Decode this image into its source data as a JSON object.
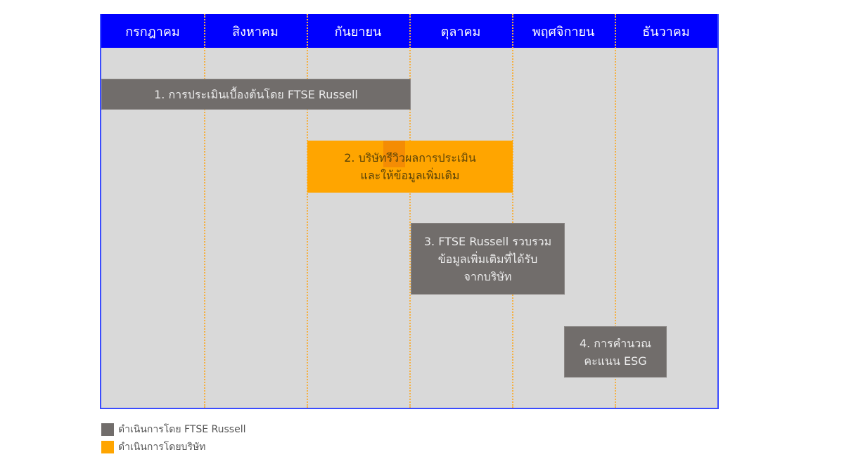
{
  "header": {
    "months": [
      "กรกฎาคม",
      "สิงหาคม",
      "กันยายน",
      "ตุลาคม",
      "พฤศจิกายน",
      "ธันวาคม"
    ]
  },
  "colors": {
    "header_bg": "#0000ff",
    "body_bg": "#d9d9d9",
    "ftse": "#716d6b",
    "company": "#ffa500",
    "separator": "#f5b041"
  },
  "steps": [
    {
      "label": "1. การประเมินเบื้องต้นโดย FTSE Russell",
      "performer": "ftse",
      "start_month": "กรกฎาคม",
      "end_month": "กันยายน"
    },
    {
      "label": "2. บริษัทรีวิวผลการประเมิน\nและให้ข้อมูลเพิ่มเติม",
      "performer": "company",
      "start_month": "กันยายน",
      "end_month": "ตุลาคม"
    },
    {
      "label": "3. FTSE Russell รวบรวม\nข้อมูลเพิ่มเติมที่ได้รับ\nจากบริษัท",
      "performer": "ftse",
      "start_month": "ตุลาคม",
      "end_month": "พฤศจิกายน"
    },
    {
      "label": "4. การคำนวณ\nคะแนน ESG",
      "performer": "ftse",
      "start_month": "พฤศจิกายน",
      "end_month": "ธันวาคม"
    }
  ],
  "legend": [
    {
      "label": "ดำเนินการโดย FTSE Russell",
      "color": "#716d6b"
    },
    {
      "label": "ดำเนินการโดยบริษัท",
      "color": "#ffa500"
    }
  ]
}
